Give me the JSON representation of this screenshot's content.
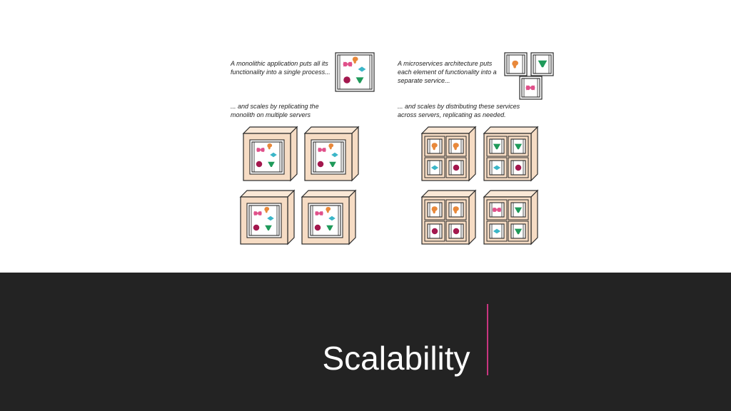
{
  "slide": {
    "title": "Scalability",
    "accent_color": "#c8357f",
    "background_bottom": "#232323"
  },
  "diagram": {
    "monolith": {
      "caption_lines": [
        "A monolithic application puts all its",
        "functionality into a single process..."
      ],
      "scale_caption_lines": [
        "... and scales by replicating the",
        "monolith on multiple servers"
      ]
    },
    "microservices": {
      "caption_lines": [
        "A microservices architecture puts",
        "each element of functionality into a",
        "separate service..."
      ],
      "scale_caption_lines": [
        "... and scales by distributing these services",
        "across servers, replicating as needed."
      ]
    },
    "colors": {
      "server_fill": "#f6dcc4",
      "server_top": "#fae8d6",
      "outline": "#2a2a2a",
      "pink_bowtie": "#e0508a",
      "orange_blob": "#e8883a",
      "teal_diamond": "#3bb6c8",
      "maroon_circle": "#a3184e",
      "green_triangle": "#1f9a5a"
    },
    "icons": [
      "bowtie-icon",
      "blob-icon",
      "diamond-icon",
      "circle-icon",
      "triangle-icon"
    ]
  }
}
